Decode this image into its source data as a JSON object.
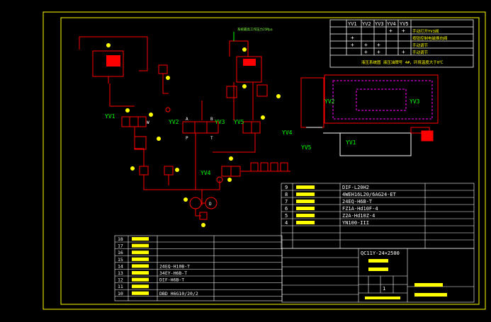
{
  "colors": {
    "frame": "#ffff00",
    "red": "#ff0000",
    "white": "#ffffff",
    "green": "#00ff00",
    "magenta": "#ff00ff",
    "label_green": "#7fff3f"
  },
  "valves": {
    "yv1": "YV1",
    "yv2": "YV2",
    "yv3": "YV3",
    "yv4": "YV4",
    "yv5": "YV5"
  },
  "top_table": {
    "headers": [
      "YV1",
      "YV2",
      "YV3",
      "YV4",
      "YV5"
    ],
    "notes": [
      "手动打开YV3阀",
      "按钮控制电磁换向阀",
      "手动调节",
      "手动调节"
    ],
    "caption": "液压系统图  液压油牌号  4#，环境温度大于0℃"
  },
  "spec_rows": [
    {
      "no": "9",
      "code": "DIF-L20H2"
    },
    {
      "no": "8",
      "code": "4WEH16L20/6AG24-ET"
    },
    {
      "no": "7",
      "code": "24EQ-H6B-T"
    },
    {
      "no": "6",
      "code": "FZ1A-Hd10F-4"
    },
    {
      "no": "5",
      "code": "Z2A-Hd10Z-4"
    },
    {
      "no": "4",
      "code": "YN100-III"
    }
  ],
  "bottom_rows": [
    {
      "no": "18",
      "code": ""
    },
    {
      "no": "17",
      "code": ""
    },
    {
      "no": "16",
      "code": ""
    },
    {
      "no": "15",
      "code": ""
    },
    {
      "no": "14",
      "code": "24EQ-H10B-T"
    },
    {
      "no": "13",
      "code": "34EY-H6B-T"
    },
    {
      "no": "12",
      "code": "DIF-H6B-T"
    },
    {
      "no": "11",
      "code": ""
    },
    {
      "no": "10",
      "code": "DBD H6G10/20/2"
    }
  ],
  "title_block": {
    "model": "QC11Y-24×2500",
    "scale": "1"
  },
  "diagram_labels": {
    "pressure_note": "系统最高工作压力25Mpa",
    "P": "P",
    "T": "T",
    "A": "A",
    "B": "B",
    "W": "W",
    "D": "D"
  }
}
